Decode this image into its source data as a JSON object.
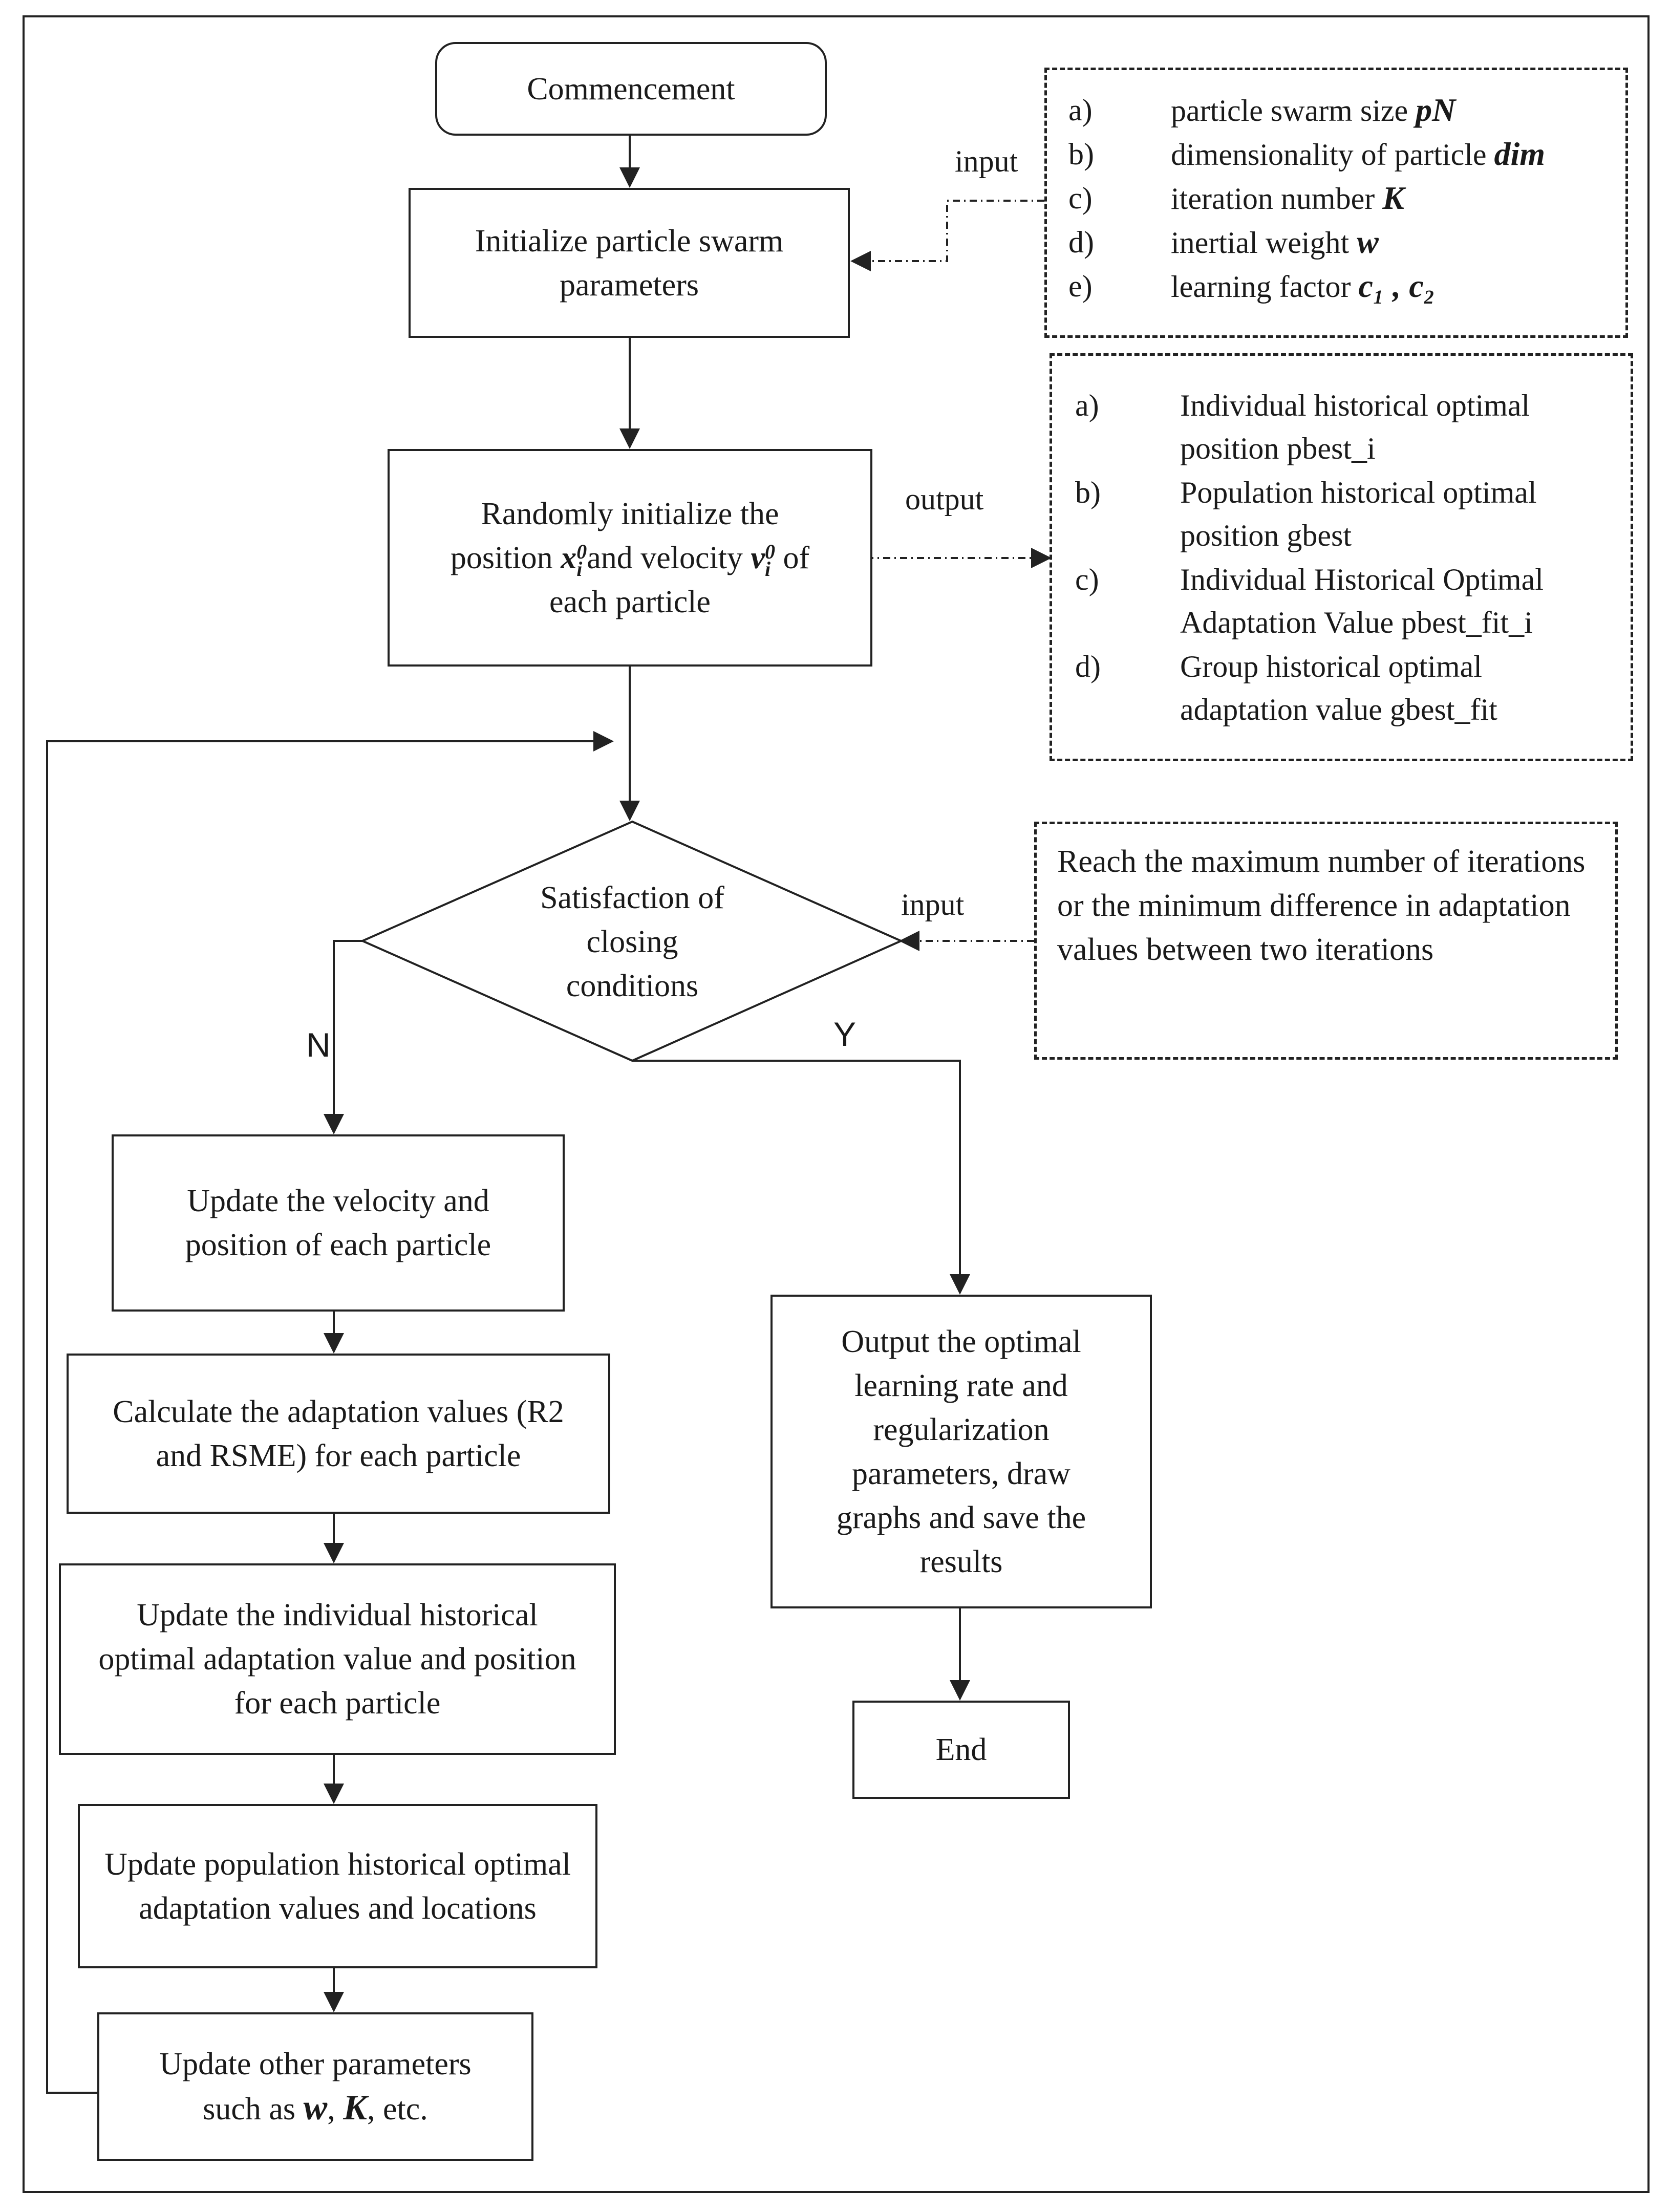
{
  "flowchart": {
    "start": "Commencement",
    "init_params": "Initialize particle swarm parameters",
    "random_init": {
      "line1": "Randomly initialize the",
      "pos_pre": "position ",
      "pos_sym": "x",
      "pos_sup": "0",
      "pos_sub": "i",
      "mid": "and velocity ",
      "vel_sym": "v",
      "vel_sup": "0",
      "vel_sub": "i",
      "post": " of",
      "line3": "each particle"
    },
    "decision": {
      "line1": "Satisfaction of",
      "line2": "closing",
      "line3": "conditions"
    },
    "branch_no": "N",
    "branch_yes": "Y",
    "update_velocity": "Update the velocity and position of each particle",
    "calc_adaptation": "Calculate the adaptation values (R2 and RSME) for each particle",
    "update_individual": "Update the individual historical optimal adaptation value and position for each particle",
    "update_population": "Update population historical optimal adaptation values and locations",
    "update_other": {
      "line1": "Update other parameters",
      "pre": "such as ",
      "w": "w",
      "sep": ", ",
      "K": "K",
      "post": ", etc."
    },
    "output_result": "Output the optimal learning rate and regularization parameters, draw graphs and save the results",
    "end": "End"
  },
  "labels": {
    "input_top": "input",
    "output_mid": "output",
    "input_decision": "input"
  },
  "input_params": [
    {
      "key": "a)",
      "text": "particle swarm size ",
      "sym": "pN"
    },
    {
      "key": "b)",
      "text": "dimensionality of particle ",
      "sym": "dim"
    },
    {
      "key": "c)",
      "text": "iteration number ",
      "sym": "K"
    },
    {
      "key": "d)",
      "text": "inertial weight ",
      "sym": "w"
    },
    {
      "key": "e)",
      "text": "learning factor ",
      "sym": "c₁ ,   c₂"
    }
  ],
  "output_values": [
    {
      "key": "a)",
      "line1": "Individual historical optimal",
      "line2": "position  pbest_i"
    },
    {
      "key": "b)",
      "line1": "Population historical optimal",
      "line2": "position  gbest"
    },
    {
      "key": "c)",
      "line1": "Individual Historical Optimal",
      "line2": "Adaptation Value pbest_fit_i"
    },
    {
      "key": "d)",
      "line1": "Group historical optimal",
      "line2": "adaptation value gbest_fit"
    }
  ],
  "stop_condition": "Reach the maximum number of iterations or the minimum difference in adaptation values between two iterations"
}
